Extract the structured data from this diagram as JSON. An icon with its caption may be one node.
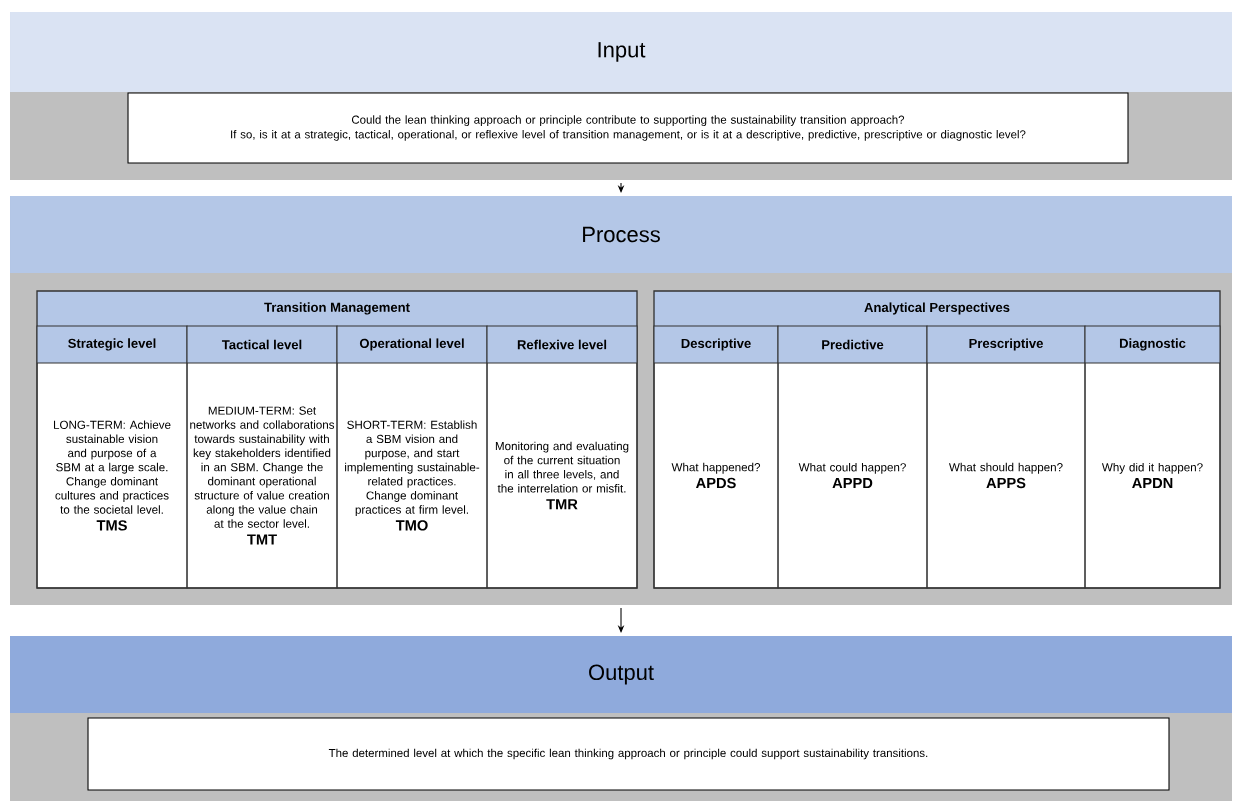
{
  "diagram": {
    "nodes": [
      {
        "text": [
          "Input"
        ]
      },
      {
        "text": [
          "Could the lean thinking approach or principle contribute to supporting the sustainability transition approach?",
          "If so, is it at a strategic, tactical, operational, or reflexive level of transition management, or is it at a descriptive, predictive, prescriptive or diagnostic level?"
        ],
        "in": 0
      },
      {
        "text": [
          "Process"
        ]
      },
      {
        "text": [
          "Transition Management"
        ],
        "in": 2
      },
      {
        "text": [
          "Strategic level",
          "LONG-TERM: Achieve sustainable vision and purpose of a SBM at a large scale. Change dominant cultures and practices to the societal level.",
          "TMS"
        ],
        "in": 3
      },
      {
        "text": [
          "Tactical level",
          "MEDIUM-TERM: Set networks and collaborations towards sustainability with key stakeholders identified in an SBM. Change the dominant operational structure of value creation along the value chain at the sector level.",
          "TMT"
        ],
        "in": 3
      },
      {
        "text": [
          "Operational level",
          "SHORT-TERM: Establish a SBM vision and purpose, and start implementing sustainable-related practices. Change dominant practices at firm level.",
          "TMO"
        ],
        "in": 3
      },
      {
        "text": [
          "Reflexive level",
          "Monitoring and evaluating of the current situation in all three levels, and the interrelation or misfit.",
          "TMR"
        ],
        "in": 3
      },
      {
        "text": [
          "Analytical Perspectives"
        ],
        "in": 2
      },
      {
        "text": [
          "Descriptive",
          "What happened?",
          "APDS"
        ],
        "in": 8
      },
      {
        "text": [
          "Predictive",
          "What could happen?",
          "APPD"
        ],
        "in": 8
      },
      {
        "text": [
          "Prescriptive",
          "What should happen?",
          "APPS"
        ],
        "in": 8
      },
      {
        "text": [
          "Diagnostic",
          "Why did it happen?",
          "APDN"
        ],
        "in": 8
      },
      {
        "text": [
          "Output"
        ]
      },
      {
        "text": [
          "The determined level at which the specific lean thinking approach or principle could support sustainability transitions."
        ],
        "in": 13
      }
    ],
    "edges": [
      {
        "from": 0,
        "to": 2,
        "arrow": "to"
      },
      {
        "from": 2,
        "to": 13,
        "arrow": "to"
      }
    ]
  }
}
